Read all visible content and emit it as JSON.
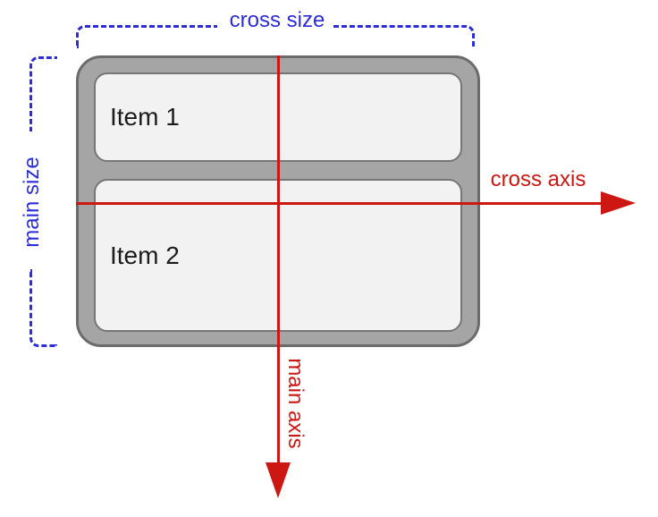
{
  "title": "Flexbox column-direction axes diagram",
  "colors": {
    "blue": "#2c2cd8",
    "red": "#cc1713",
    "container_fill": "#a5a5a5",
    "container_border": "#6b6b6b",
    "item_fill": "#f2f2f2",
    "item_border": "#767676",
    "item_text": "#1b1b1b",
    "background": "#ffffff"
  },
  "annotations": {
    "cross_size": "cross size",
    "main_size": "main size",
    "cross_axis": "cross axis",
    "main_axis": "main axis"
  },
  "flex_container": {
    "items": [
      {
        "label": "Item 1"
      },
      {
        "label": "Item 2"
      }
    ]
  }
}
